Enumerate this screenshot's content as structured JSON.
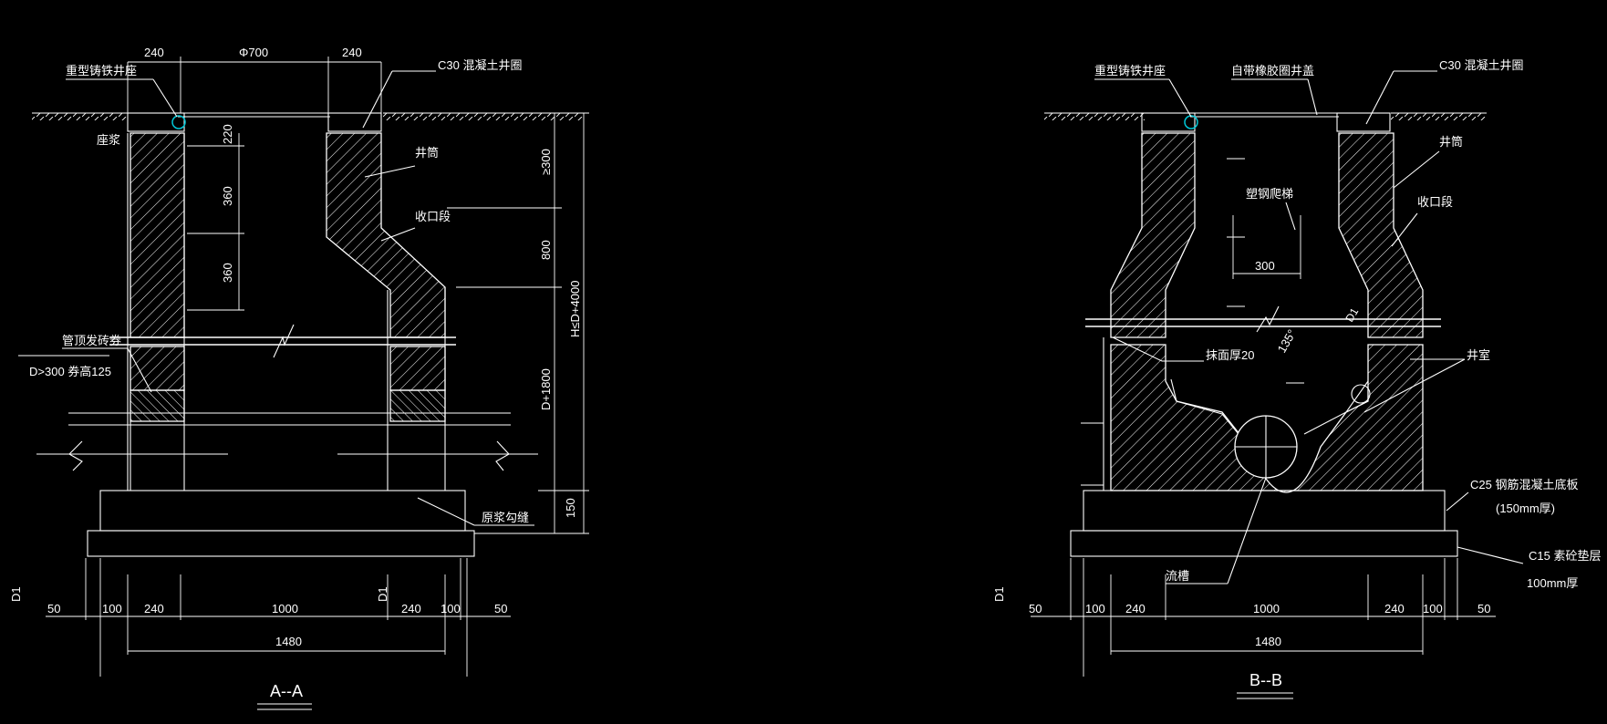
{
  "section_aa": {
    "title": "A--A",
    "labels": {
      "seat": "重型铸铁井座",
      "ring": "C30 混凝土井圈",
      "mortar": "座浆",
      "shaft": "井筒",
      "reducer": "收口段",
      "pipe_arch": "管顶发砖券",
      "arch_note": "D>300 券高125",
      "cushion": "原浆勾缝"
    },
    "dims": {
      "top_left": "240",
      "top_mid": "Φ700",
      "top_right": "240",
      "v1": "220",
      "v2": "360",
      "v3": "360",
      "r1": "≥300",
      "r2": "800",
      "r3": "D+1800",
      "r4": "150",
      "h_total": "H≤D+4000",
      "d1_left": "D1",
      "d1_mid": "D1",
      "b50a": "50",
      "b100a": "100",
      "b240a": "240",
      "b1000": "1000",
      "b240b": "240",
      "b100b": "100",
      "b50b": "50",
      "b1480": "1480"
    }
  },
  "section_bb": {
    "title": "B--B",
    "labels": {
      "seat": "重型铸铁井座",
      "cover": "自带橡胶圈井盖",
      "ring": "C30 混凝土井圈",
      "shaft": "井筒",
      "reducer": "收口段",
      "ladder": "塑钢爬梯",
      "plaster": "抹面厚20",
      "chamber": "井室",
      "base": "C25 钢筋混凝土底板",
      "base_thk": "(150mm厚)",
      "cushion": "C15  素砼垫层",
      "cushion_thk": "100mm厚",
      "channel": "流槽",
      "angle": "135°",
      "d1_pipe": "D1"
    },
    "dims": {
      "ladder": "300",
      "d1_left": "D1",
      "b50a": "50",
      "b100a": "100",
      "b240a": "240",
      "b1000": "1000",
      "b240b": "240",
      "b100b": "100",
      "b50b": "50",
      "b1480": "1480"
    }
  },
  "colors": {
    "background": "#000000",
    "lines": "#ffffff",
    "accent": "#00c8d8"
  }
}
